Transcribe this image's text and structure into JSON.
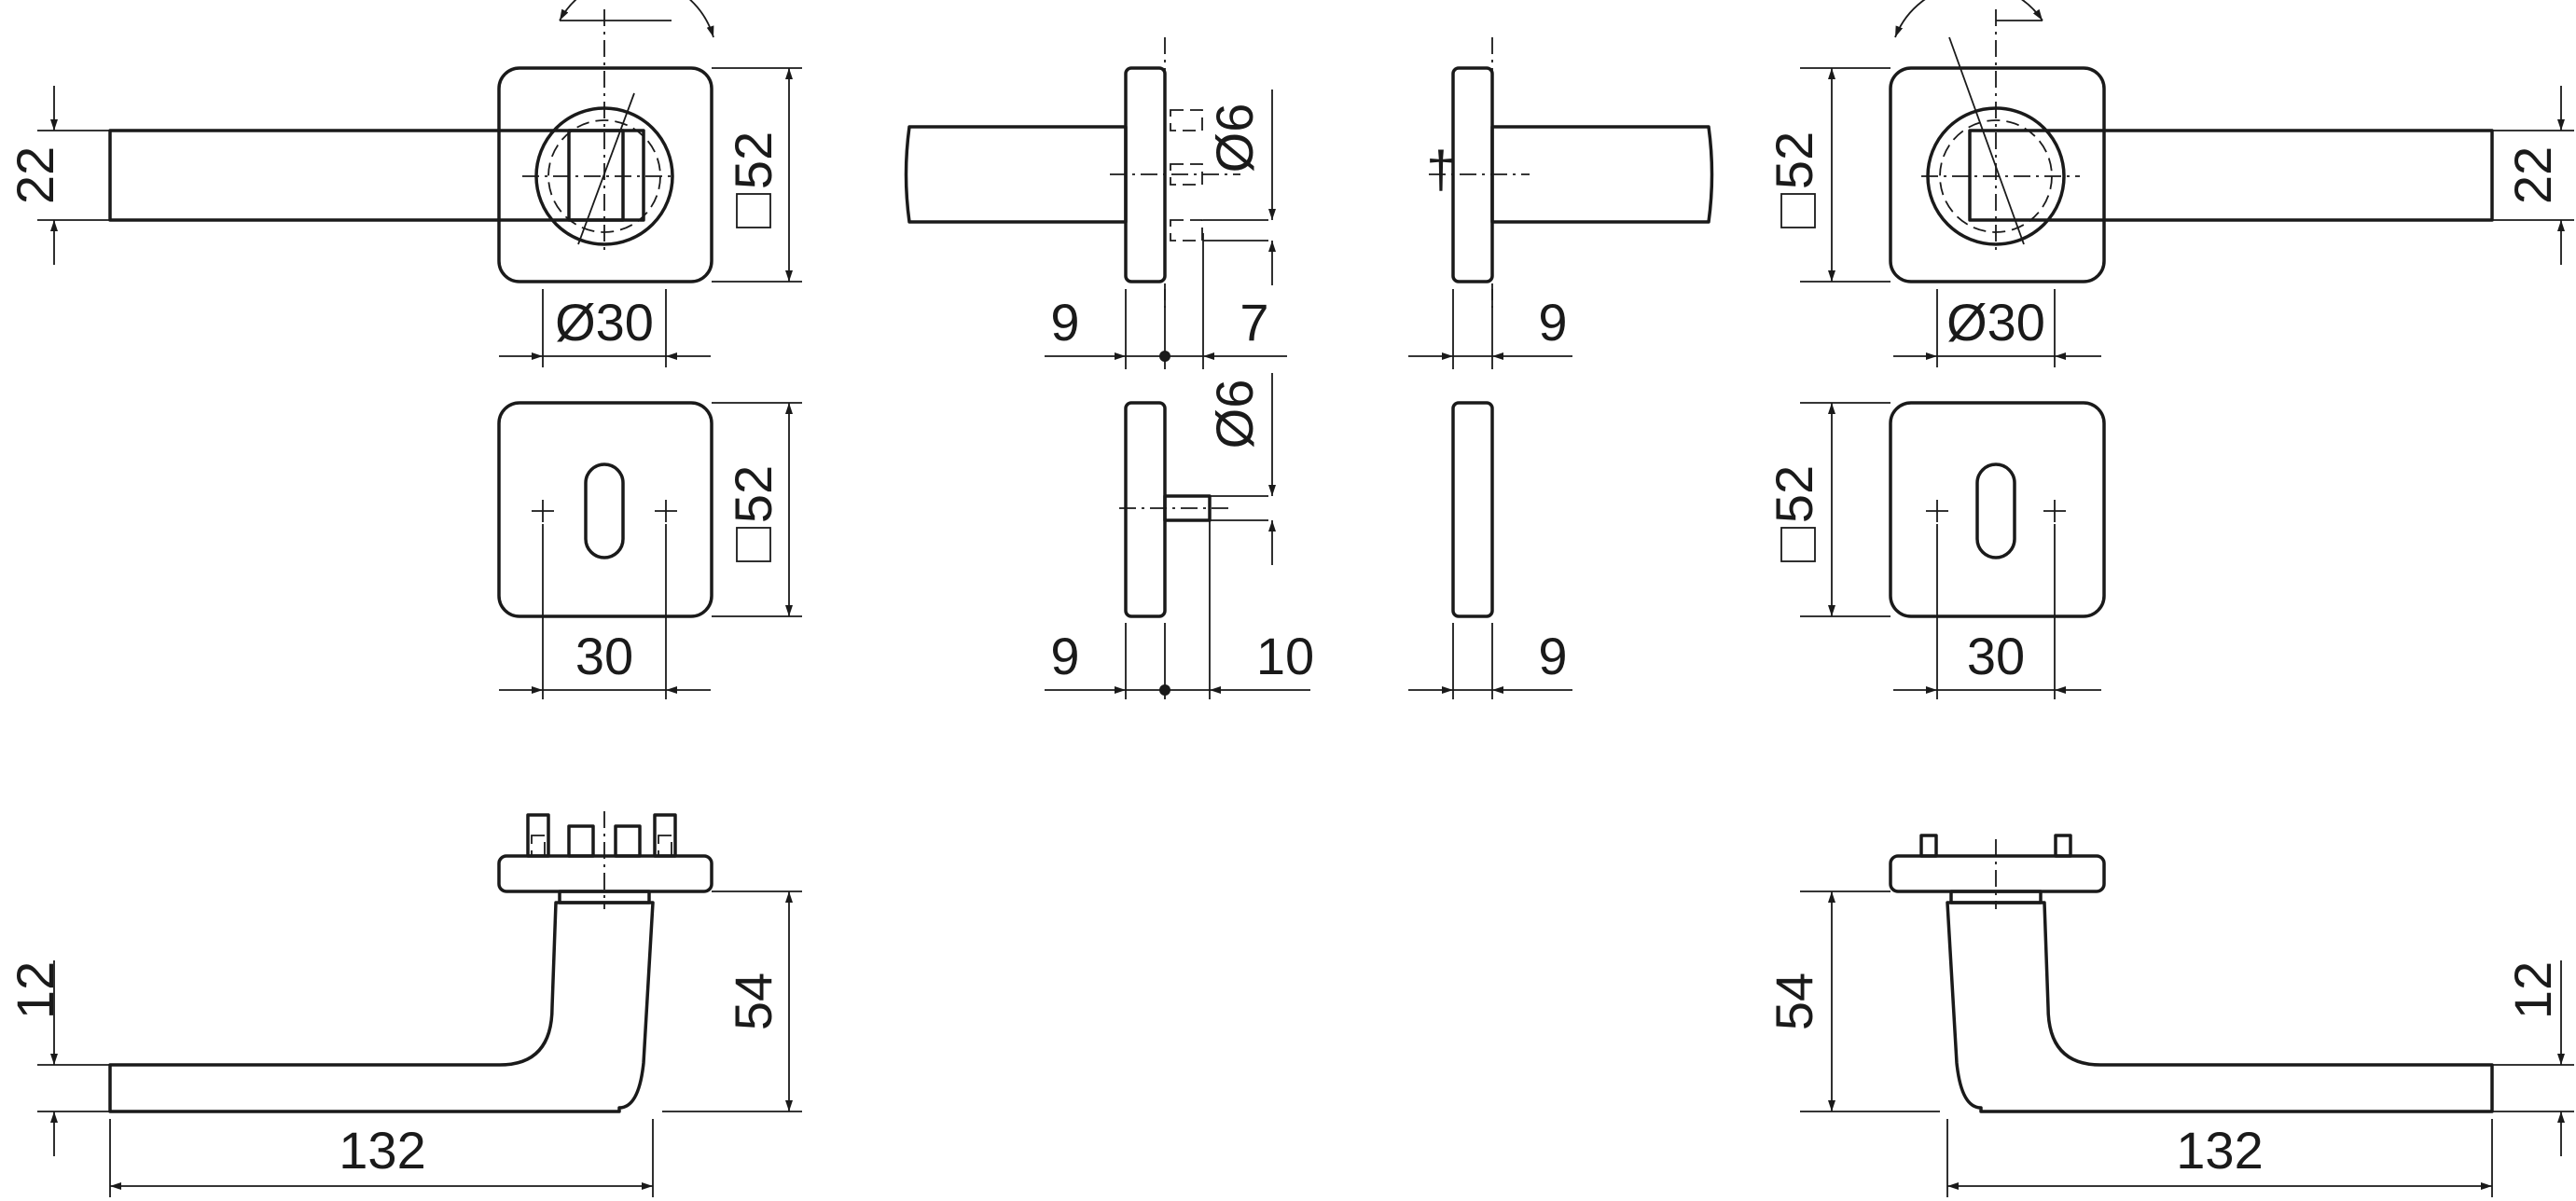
{
  "drawing": {
    "rosette_front_left": {
      "height_label": "22",
      "square_label": "52",
      "diameter_label": "Ø30"
    },
    "rosette_side_left": {
      "diameter_label": "Ø6",
      "thickness_label": "9",
      "pin_label": "7"
    },
    "rosette_side_right": {
      "marker": "†",
      "thickness_label": "9"
    },
    "rosette_front_right": {
      "height_label": "22",
      "square_label": "52",
      "diameter_label": "Ø30"
    },
    "escutcheon_front_left": {
      "square_label": "52",
      "spacing_label": "30"
    },
    "escutcheon_side_left": {
      "diameter_label": "Ø6",
      "thickness_label": "9",
      "pin_label": "10"
    },
    "escutcheon_side_right": {
      "thickness_label": "9"
    },
    "escutcheon_front_right": {
      "square_label": "52",
      "spacing_label": "30"
    },
    "lever_side_left": {
      "thickness_label": "12",
      "height_label": "54",
      "length_label": "132"
    },
    "lever_side_right": {
      "thickness_label": "12",
      "height_label": "54",
      "length_label": "132"
    }
  }
}
